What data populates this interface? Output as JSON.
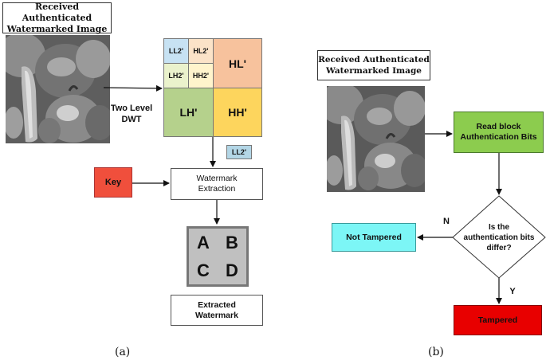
{
  "panel_a": {
    "title": "Received Authenticated\nWatermarked Image",
    "dwt_label": "Two Level\nDWT",
    "subbands": {
      "ll2": "LL2'",
      "hl2": "HL2'",
      "lh2": "LH2'",
      "hh2": "HH2'",
      "hl": "HL'",
      "lh": "LH'",
      "hh": "HH'"
    },
    "ll2_tag": "LL2'",
    "key": "Key",
    "extraction": "Watermark\nExtraction",
    "watermark_letters": [
      "A",
      "B",
      "C",
      "D"
    ],
    "extracted": "Extracted\nWatermark",
    "caption": "(a)"
  },
  "panel_b": {
    "title": "Received Authenticated\nWatermarked Image",
    "read_block": "Read block\nAuthentication Bits",
    "decision": "Is the\nauthentication bits\ndiffer?",
    "label_n": "N",
    "label_y": "Y",
    "not_tampered": "Not Tampered",
    "tampered": "Tampered",
    "caption": "(b)"
  },
  "colors": {
    "ll2": "#c7e2f3",
    "hl2": "#fbe3c8",
    "lh2": "#eaf2cc",
    "hh2": "#fff4cc",
    "hl": "#f7c29d",
    "lh": "#b5d18c",
    "hh": "#fdd55d",
    "ll2_tag": "#b3d6e6",
    "key": "#f04f3c",
    "read_block": "#8ccc4e",
    "not_tampered": "#7cf6f6",
    "tampered": "#e80000",
    "watermark_bg": "#c0c0c0"
  }
}
